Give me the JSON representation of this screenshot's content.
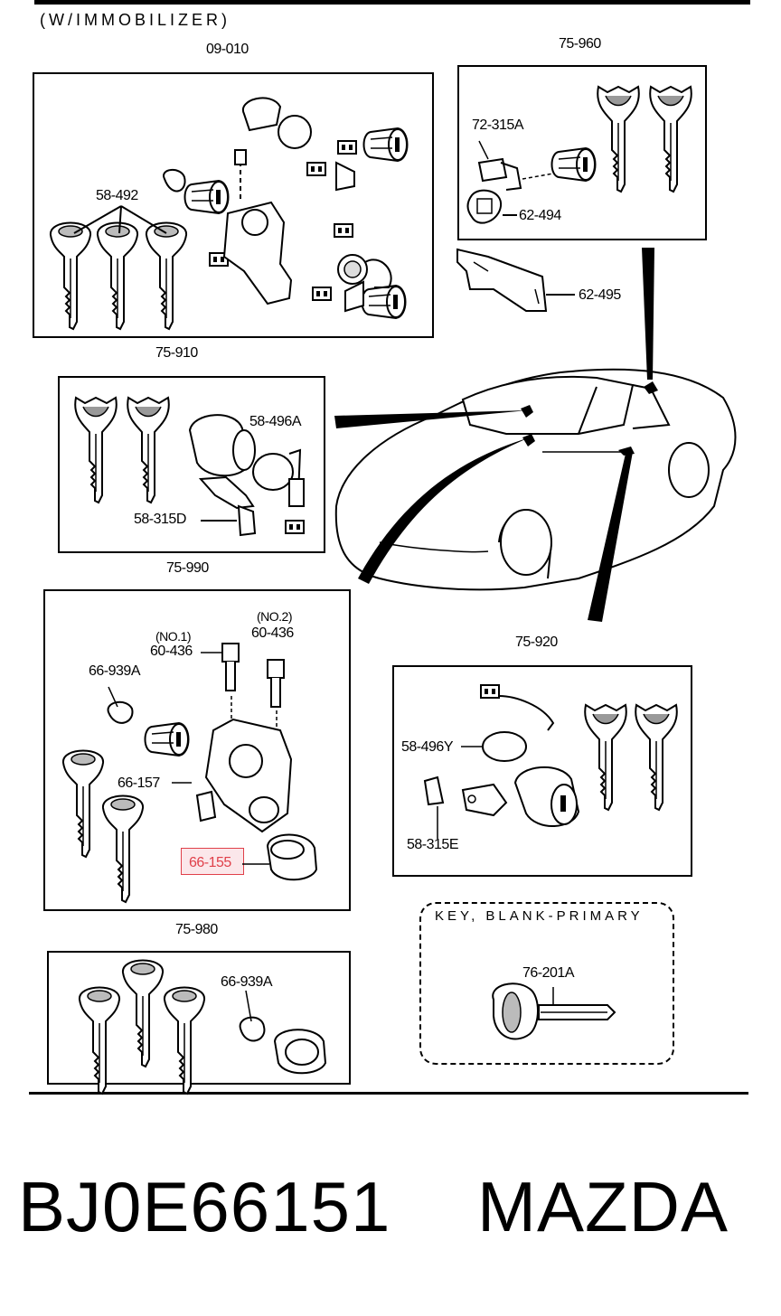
{
  "header": {
    "note": "(W/IMMOBILIZER)"
  },
  "groups": {
    "g1": {
      "id": "09-010",
      "parts": {
        "keys": "58-492"
      }
    },
    "g2": {
      "id": "75-960",
      "parts": {
        "a": "72-315A",
        "b": "62-494"
      }
    },
    "g_ext": {
      "bracket": "62-495"
    },
    "g3": {
      "id": "75-910",
      "parts": {
        "a": "58-496A",
        "b": "58-315D"
      }
    },
    "g4": {
      "id": "75-990",
      "parts": {
        "no1": "(NO.1)",
        "no1_part": "60-436",
        "no2": "(NO.2)",
        "no2_part": "60-436",
        "a": "66-939A",
        "b": "66-157",
        "c": "66-155"
      }
    },
    "g5": {
      "id": "75-920",
      "parts": {
        "a": "58-496Y",
        "b": "58-315E"
      }
    },
    "g6": {
      "id": "75-980",
      "parts": {
        "a": "66-939A"
      }
    },
    "g7": {
      "title": "KEY, BLANK-PRIMARY",
      "part": "76-201A"
    }
  },
  "footer": {
    "part_number": "BJ0E66151",
    "brand": "MAZDA"
  },
  "colors": {
    "highlight": "#e0404a"
  }
}
